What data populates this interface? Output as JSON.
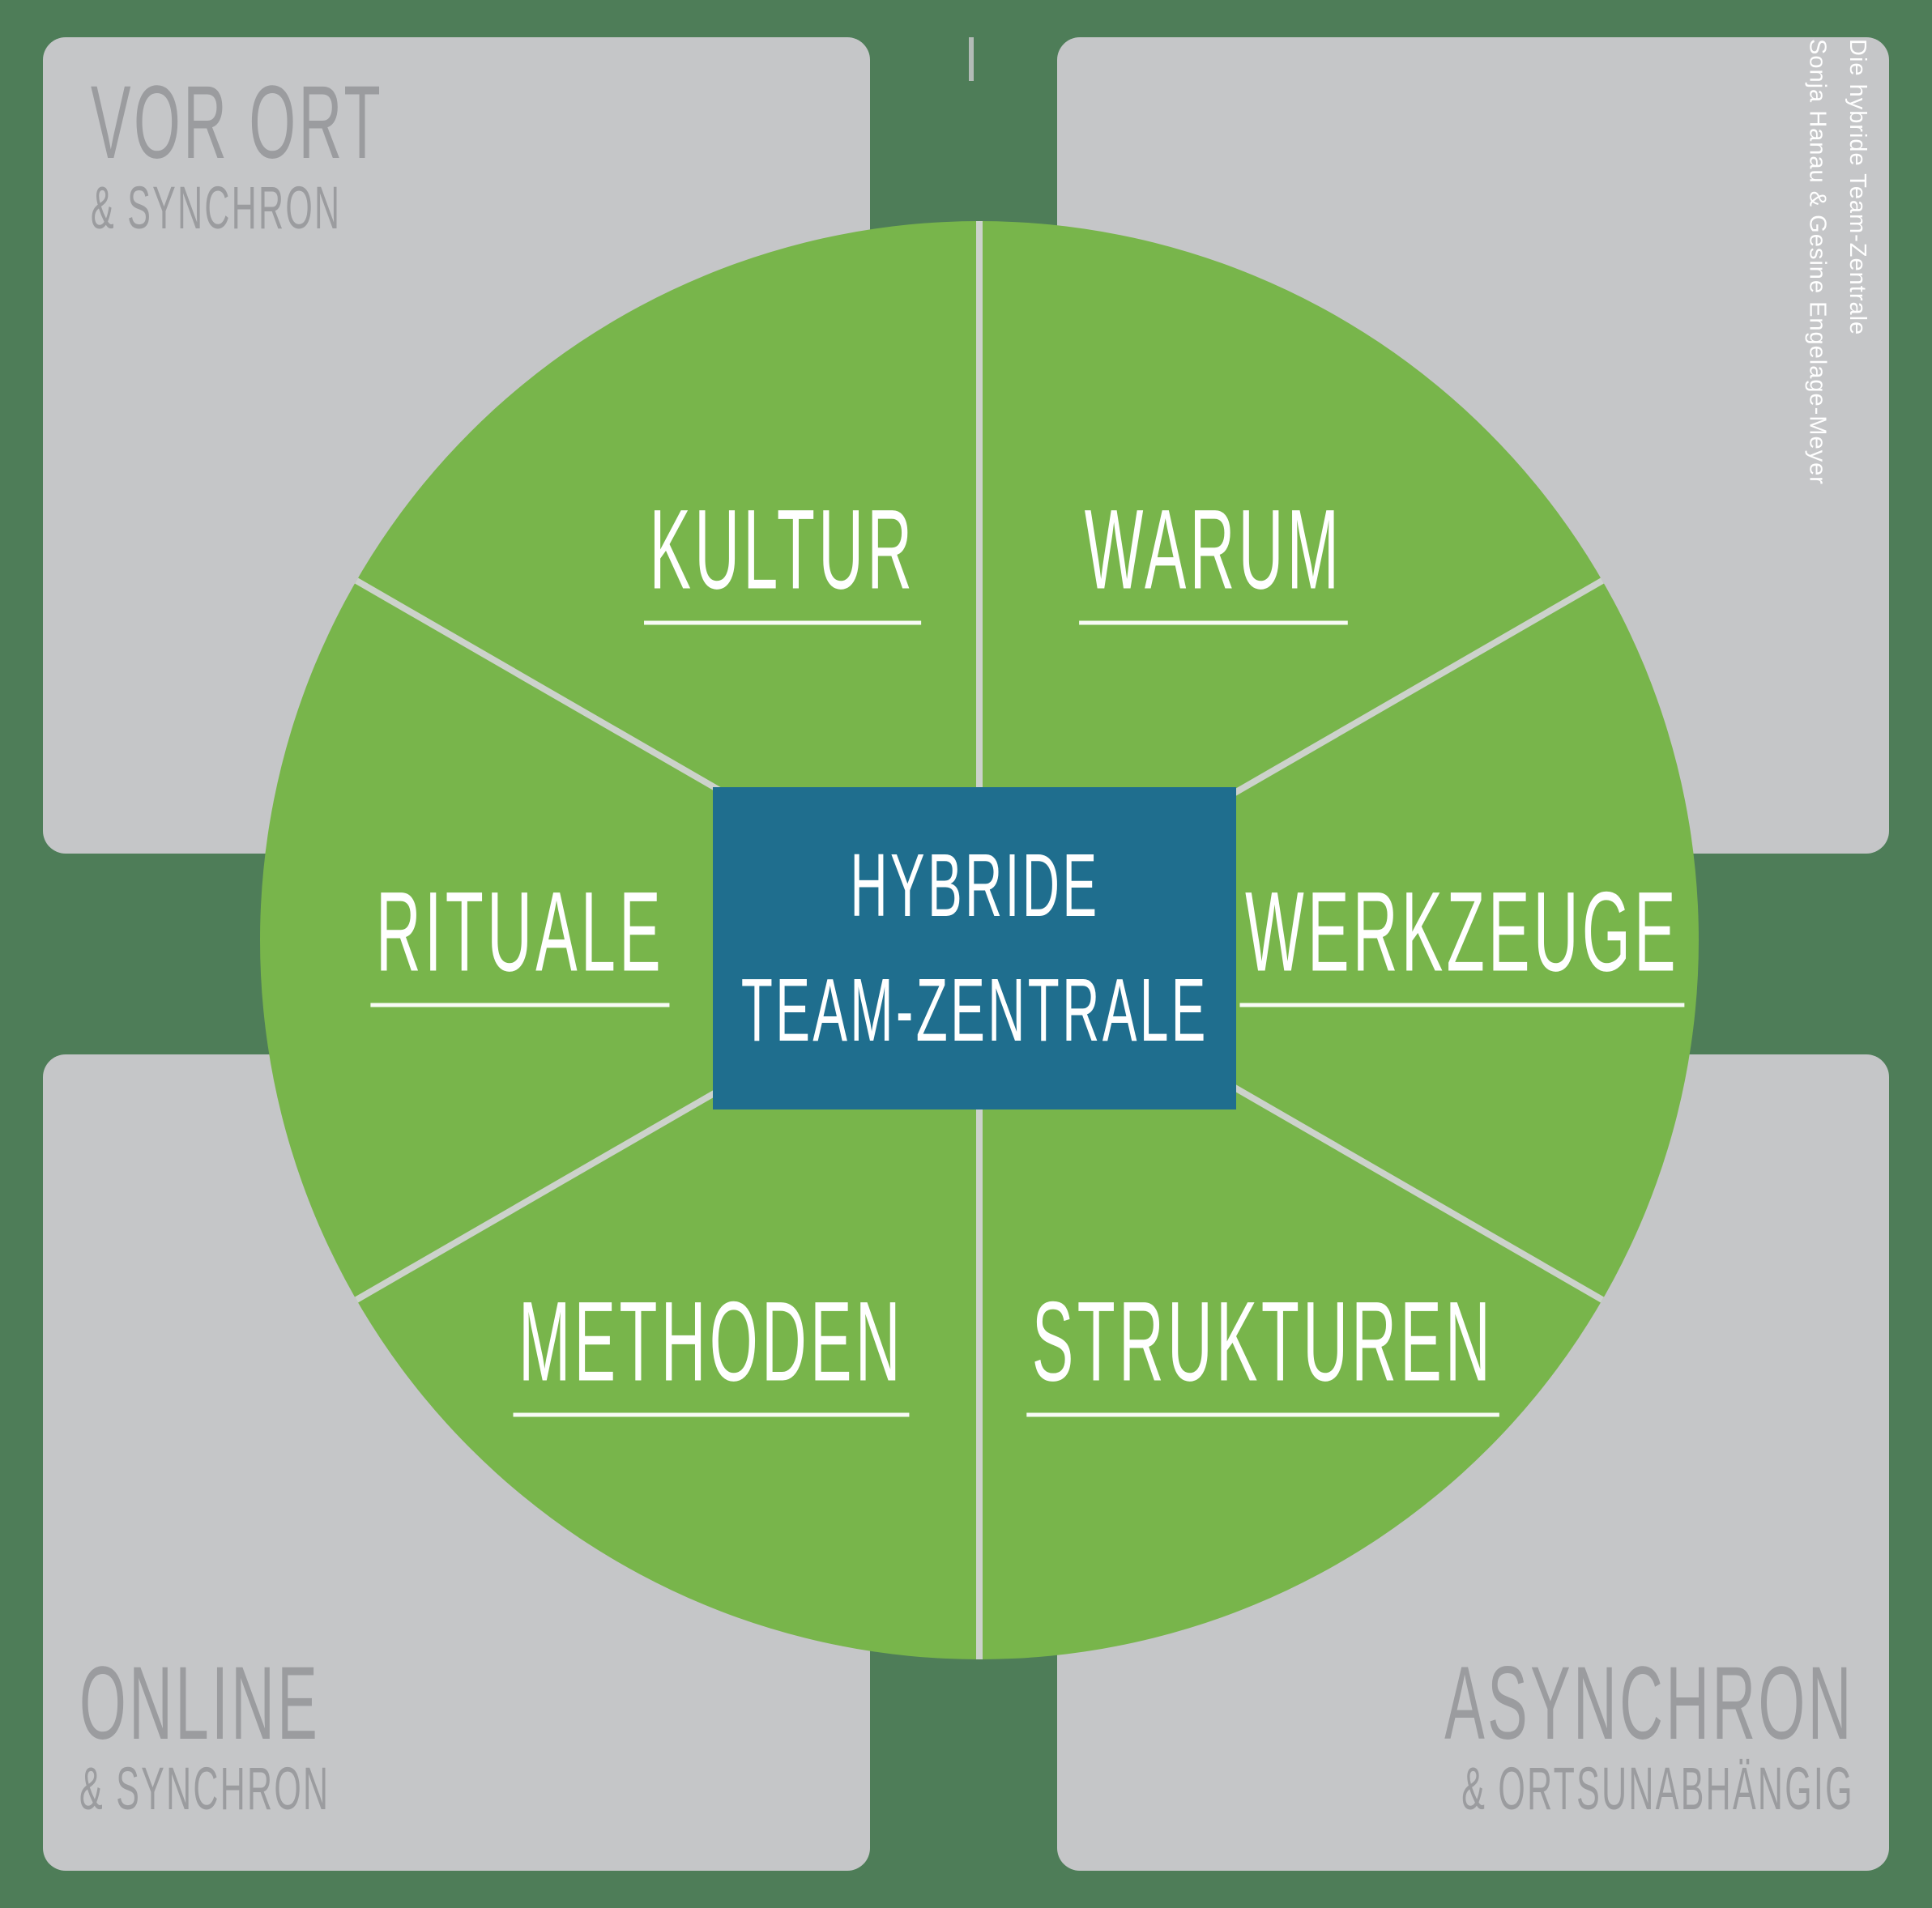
{
  "center": {
    "line1": "HYBRIDE",
    "line2": "TEAM-ZENTRALE"
  },
  "sectors": [
    {
      "label": "KULTUR"
    },
    {
      "label": "WARUM"
    },
    {
      "label": "WERKZEUGE"
    },
    {
      "label": "STRUKTUREN"
    },
    {
      "label": "METHODEN"
    },
    {
      "label": "RITUALE"
    }
  ],
  "quadrants": {
    "top_left": {
      "title": "VOR ORT",
      "subtitle": "& SYNCHRON"
    },
    "bottom_left": {
      "title": "ONLINE",
      "subtitle": "& SYNCHRON"
    },
    "bottom_right": {
      "title": "ASYNCHRON",
      "subtitle": "& ORTSUNABHÄNGIG"
    }
  },
  "credits": {
    "line1": "Die hybride Team-Zentrale",
    "line2": "Sonja Hanau & Gesine Engelage-Meyer"
  },
  "colors": {
    "background": "#4e7d58",
    "panel_gray": "#c5c6c8",
    "wheel_green": "#78b54b",
    "center_blue": "#1f6e8e",
    "divider": "#ccd2cb",
    "wheel_text": "#ffffff",
    "quadrant_text": "#9b9c9f"
  }
}
